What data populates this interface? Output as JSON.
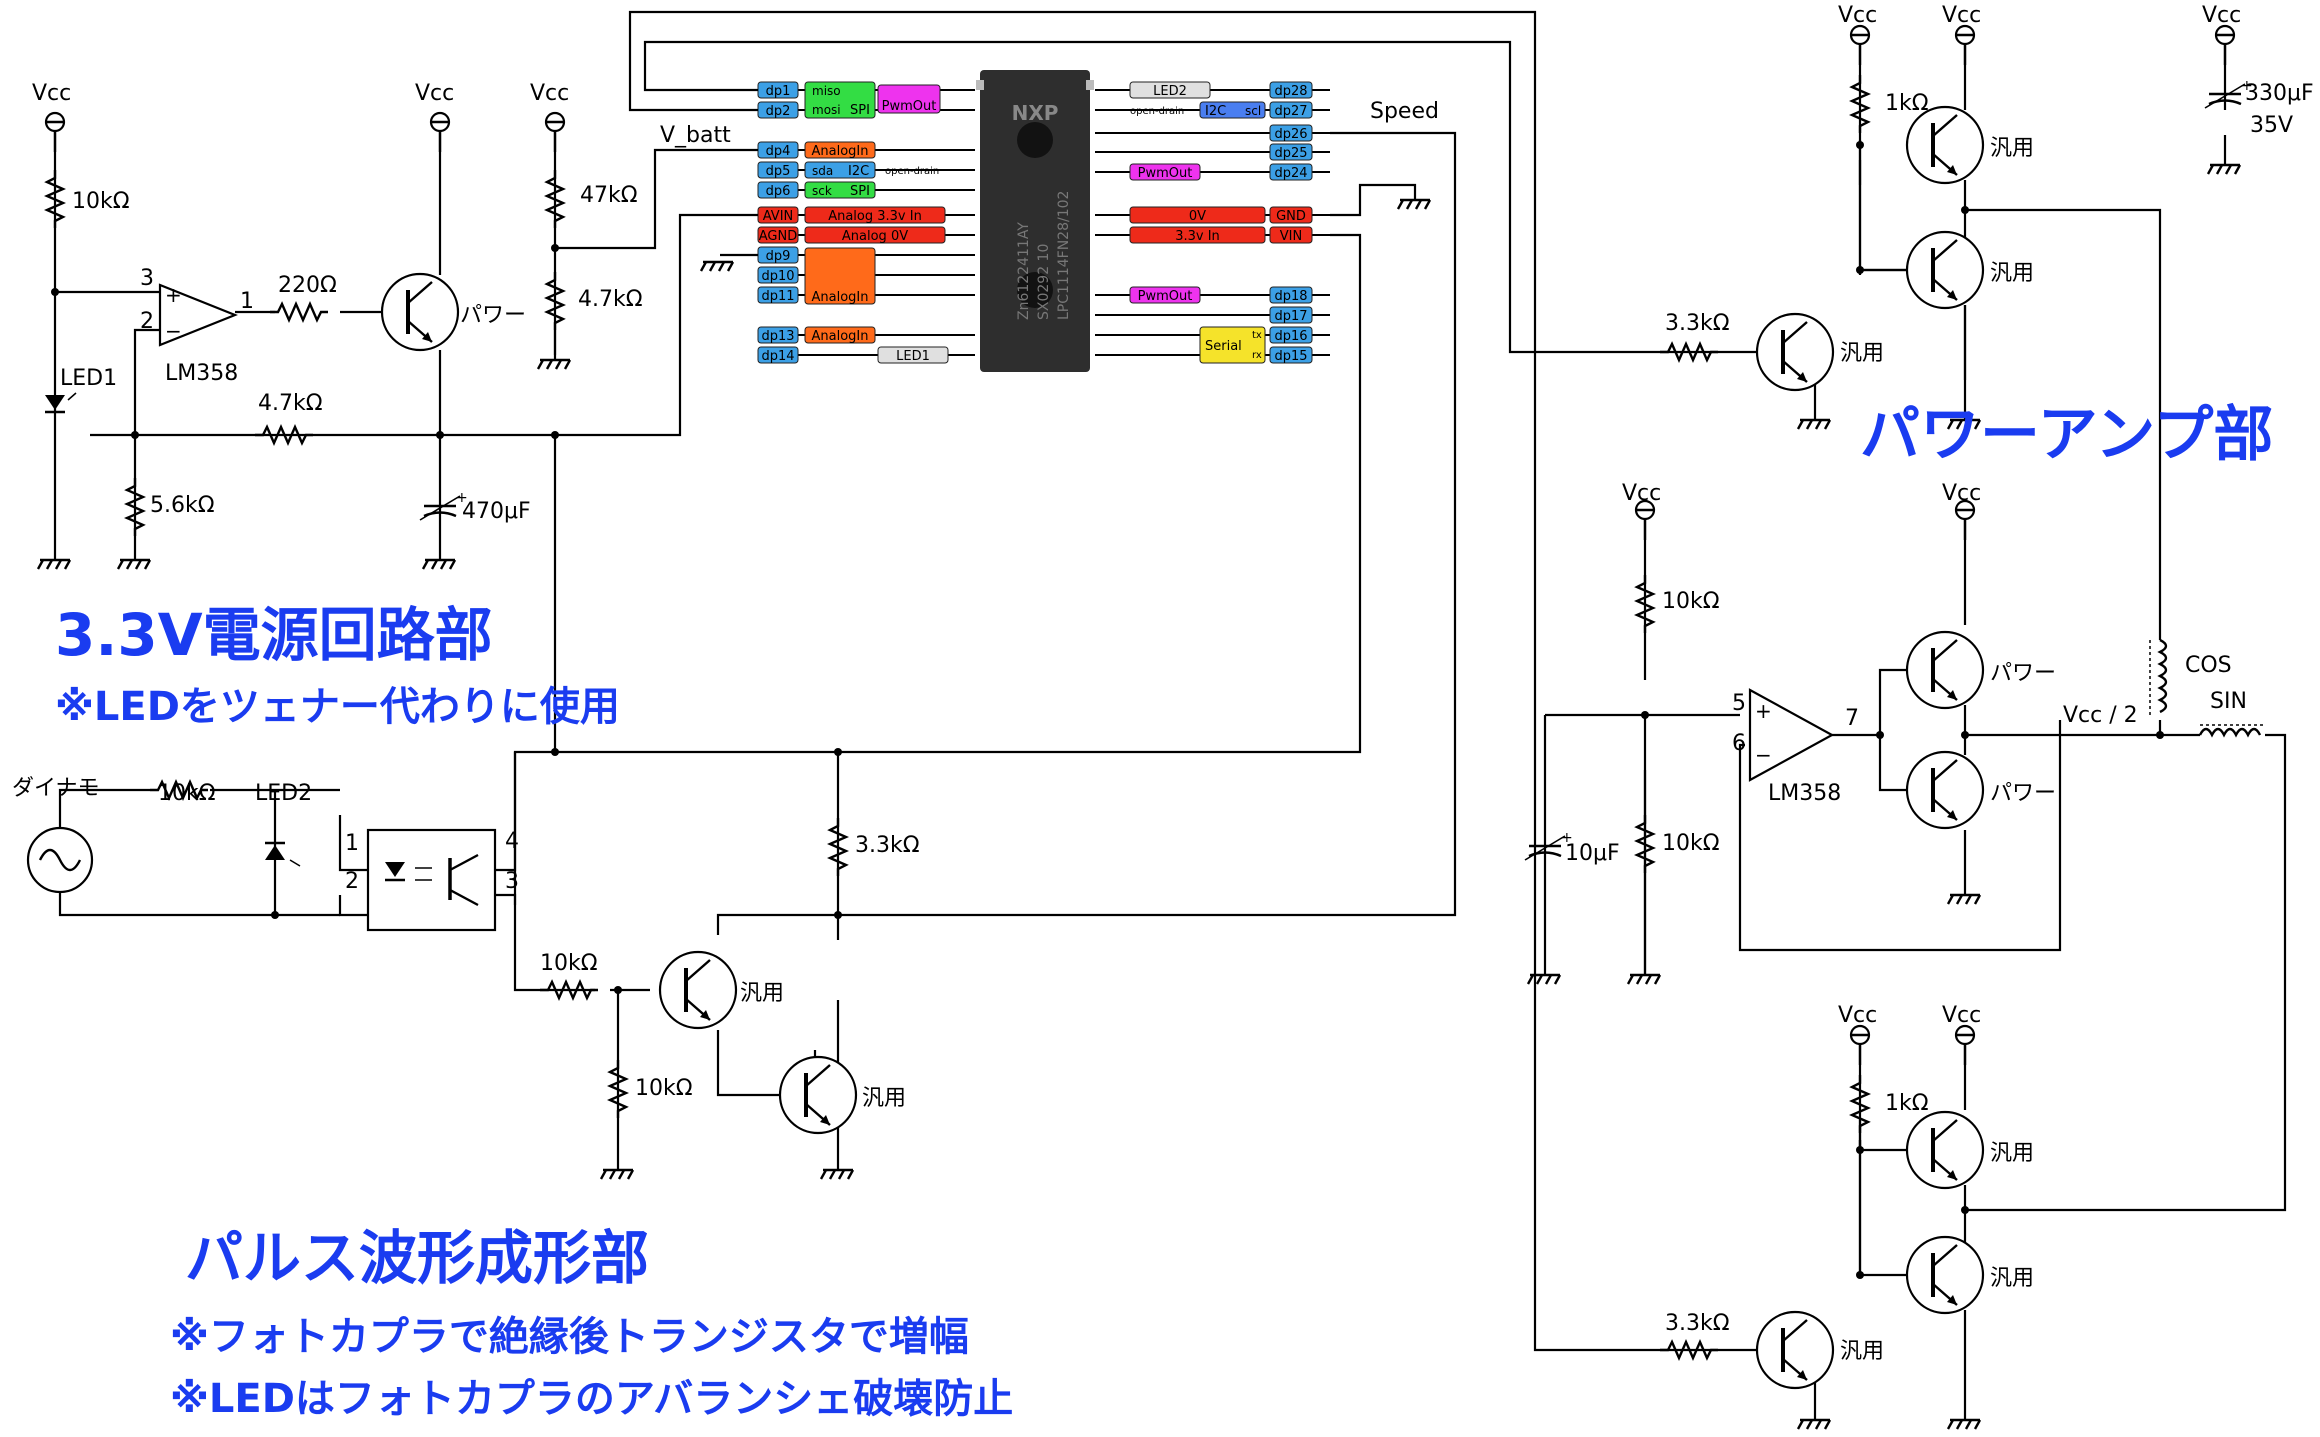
{
  "titles": {
    "power_supply": "3.3V電源回路部",
    "power_supply_note": "※LEDをツェナー代わりに使用",
    "pulse": "パルス波形成形部",
    "pulse_note1": "※フォトカプラで絶縁後トランジスタで増幅",
    "pulse_note2": "※LEDはフォトカプラのアバランシェ破壊防止",
    "amp": "パワーアンプ部"
  },
  "labels": {
    "vcc": "Vcc",
    "r_10k": "10kΩ",
    "r_220": "220Ω",
    "r_47k": "47kΩ",
    "r_4_7k": "4.7kΩ",
    "r_5_6k": "5.6kΩ",
    "r_3_3k": "3.3kΩ",
    "r_1k": "1kΩ",
    "c_470u": "470μF",
    "c_330u": "330μF",
    "c_35v": "35V",
    "c_10u": "10μF",
    "led1": "LED1",
    "led2": "LED2",
    "lm358": "LM358",
    "power_tr": "パワー",
    "general_tr": "汎用",
    "dynamo": "ダイナモ",
    "v_batt": "V_batt",
    "speed": "Speed",
    "cos": "COS",
    "sin": "SIN",
    "vcc_half": "Vcc / 2",
    "pin1": "1",
    "pin2": "2",
    "pin3": "3",
    "pin4": "4",
    "pin5": "5",
    "pin6": "6",
    "pin7": "7",
    "plus": "+",
    "minus": "−"
  },
  "chip": {
    "brand": "NXP",
    "marking1": "LPC1114FN28/102",
    "marking2": "SX0292    10",
    "marking3": "Zn6122411AY"
  },
  "pins_left": [
    {
      "pin": "dp1",
      "func": "miso",
      "group": "SPI",
      "extra": "PwmOut"
    },
    {
      "pin": "dp2",
      "func": "mosi",
      "group": "SPI",
      "extra": ""
    },
    {
      "pin": "dp4",
      "func": "AnalogIn",
      "group": "",
      "extra": ""
    },
    {
      "pin": "dp5",
      "func": "sda",
      "group": "I2C",
      "extra": "open-drain"
    },
    {
      "pin": "dp6",
      "func": "sck",
      "group": "SPI",
      "extra": ""
    },
    {
      "pin": "AVIN",
      "func": "Analog 3.3v In",
      "group": "",
      "extra": ""
    },
    {
      "pin": "AGND",
      "func": "Analog 0V",
      "group": "",
      "extra": ""
    },
    {
      "pin": "dp9",
      "func": "AnalogIn",
      "group": "",
      "extra": ""
    },
    {
      "pin": "dp10",
      "func": "",
      "group": "",
      "extra": ""
    },
    {
      "pin": "dp11",
      "func": "",
      "group": "",
      "extra": ""
    },
    {
      "pin": "dp13",
      "func": "AnalogIn",
      "group": "",
      "extra": ""
    },
    {
      "pin": "dp14",
      "func": "LED1",
      "group": "",
      "extra": ""
    }
  ],
  "pins_right": [
    {
      "pin": "dp28",
      "func": "LED2"
    },
    {
      "pin": "dp27",
      "func": "I2C scl",
      "extra": "open-drain"
    },
    {
      "pin": "dp26",
      "func": ""
    },
    {
      "pin": "dp25",
      "func": ""
    },
    {
      "pin": "dp24",
      "func": "PwmOut"
    },
    {
      "pin": "GND",
      "func": "0V"
    },
    {
      "pin": "VIN",
      "func": "3.3v In"
    },
    {
      "pin": "dp18",
      "func": "PwmOut"
    },
    {
      "pin": "dp17",
      "func": ""
    },
    {
      "pin": "dp16",
      "func": "Serial tx"
    },
    {
      "pin": "dp15",
      "func": "Serial rx"
    }
  ],
  "pin_text": {
    "dp1": "dp1",
    "dp2": "dp2",
    "dp4": "dp4",
    "dp5": "dp5",
    "dp6": "dp6",
    "avin": "AVIN",
    "agnd": "AGND",
    "dp9": "dp9",
    "dp10": "dp10",
    "dp11": "dp11",
    "dp13": "dp13",
    "dp14": "dp14",
    "dp28": "dp28",
    "dp27": "dp27",
    "dp26": "dp26",
    "dp25": "dp25",
    "dp24": "dp24",
    "gnd": "GND",
    "vin": "VIN",
    "dp18": "dp18",
    "dp17": "dp17",
    "dp16": "dp16",
    "dp15": "dp15",
    "miso": "miso",
    "mosi": "mosi",
    "spi": "SPI",
    "pwmout": "PwmOut",
    "analogin": "AnalogIn",
    "sda": "sda",
    "i2c": "I2C",
    "open_drain": "open-drain",
    "sck": "sck",
    "analog33": "Analog 3.3v In",
    "analog0": "Analog 0V",
    "led1": "LED1",
    "led2": "LED2",
    "scl": "scl",
    "zero_v": "0V",
    "v33in": "3.3v In",
    "serial": "Serial",
    "tx": "tx",
    "rx": "rx"
  },
  "colors": {
    "title_blue": "#1a3cf0",
    "pin_blue": "#3ca0e6",
    "func_green": "#33dd44",
    "func_magenta": "#ee33ee",
    "func_orange": "#ff6a1a",
    "func_red": "#ee2a1a",
    "func_yellow": "#f5e32a",
    "func_grey": "#e0e0e0",
    "i2c_blue": "#4a7ef0"
  },
  "icons": {
    "vcc": "vcc-terminal-icon",
    "ground": "ground-icon",
    "resistor": "resistor-icon",
    "npn": "npn-transistor-icon",
    "opamp": "opamp-icon",
    "led": "led-icon",
    "capacitor": "electrolytic-capacitor-icon",
    "ac_source": "ac-source-icon",
    "coil": "coil-icon",
    "optocoupler": "optocoupler-icon"
  }
}
